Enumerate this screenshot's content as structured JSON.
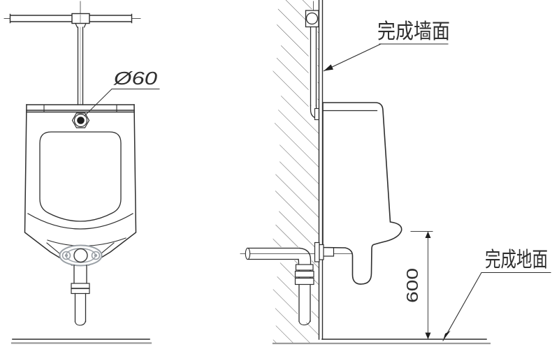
{
  "labels": {
    "spud_diameter": "Ø60",
    "finished_wall": "完成墙面",
    "finished_floor": "完成地面",
    "install_height": "600"
  },
  "colors": {
    "line": "#2e2e2e",
    "thin_line": "#555555",
    "metal_gray": "#9aa0a6",
    "floor_gray": "#9b9b9b",
    "background": "#ffffff"
  }
}
